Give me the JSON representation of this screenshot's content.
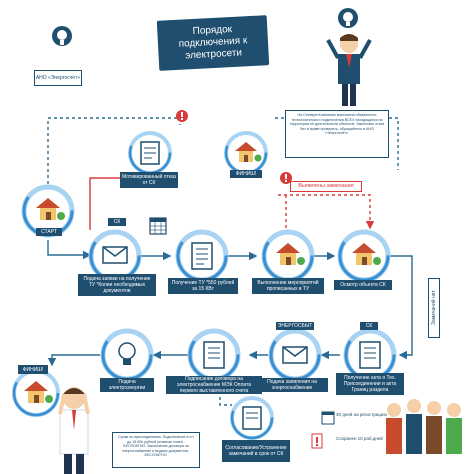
{
  "title": "Порядок подключения к электросети",
  "organization": "АНО «Энергосчёт»",
  "top_info_text": "На Сетевую Компанию возложена обязанность технологического подключения ВСЕХ находящихся на территории её деятельности объектов. Заключить отказ без в праве проверять, обращайтесь в АНО «Энергосчёт».",
  "start_label": "СТАРТ",
  "finish_top_label": "ФИНИШ!",
  "finish_bottom_label": "ФИНИШ!",
  "refusal_label": "Мотивированный отказ от СК",
  "remarks_label": "Выявлены замечания",
  "sk_label_1": "СК",
  "sk_label_2": "СК",
  "energosbyt_label": "ЭНЕРГОСБЫТ",
  "done_vertical_label": "Замечаний нет",
  "steps": {
    "apply": "Подача заявки на получение ТУ *Копии необходимых документов",
    "receive_tu": "Получение ТУ *550 рублей за 15 КВт",
    "fulfill": "Выполнение мероприятий прописанных в ТУ",
    "inspect": "Осмотр объекта СК",
    "acts": "Получение акта о Тех. Присоединении и акта Границ раздела",
    "energy_app": "Подача заявления на энергоснабжение",
    "contract": "Подписание договора на электроснабжение МЭК Оплата первого выставленного счета",
    "supply": "Подача электроэнергии",
    "remarks_fix": "Согласование/Устранение замечаний в срок от СК"
  },
  "bottom_info_text": "Сроки по присоединению: Подключение в с/т до 15 КВт рублей уставная плата - БЕСПЛАТНО. Заключение договора на энергоснабжение и выдача документов - БЕСПЛАТНО.",
  "legend": {
    "item1": "30 дней на регистрацию",
    "item2": "Сохранен 10 раб.дней"
  },
  "colors": {
    "primary": "#1f4e6f",
    "ring": "#3a8fd1",
    "ring_light": "#a9d3f2",
    "red": "#d93a3a",
    "arrow": "#2b6a96",
    "house_roof": "#c94b2e",
    "house_wall": "#f2c46b",
    "green": "#4caa4a"
  }
}
